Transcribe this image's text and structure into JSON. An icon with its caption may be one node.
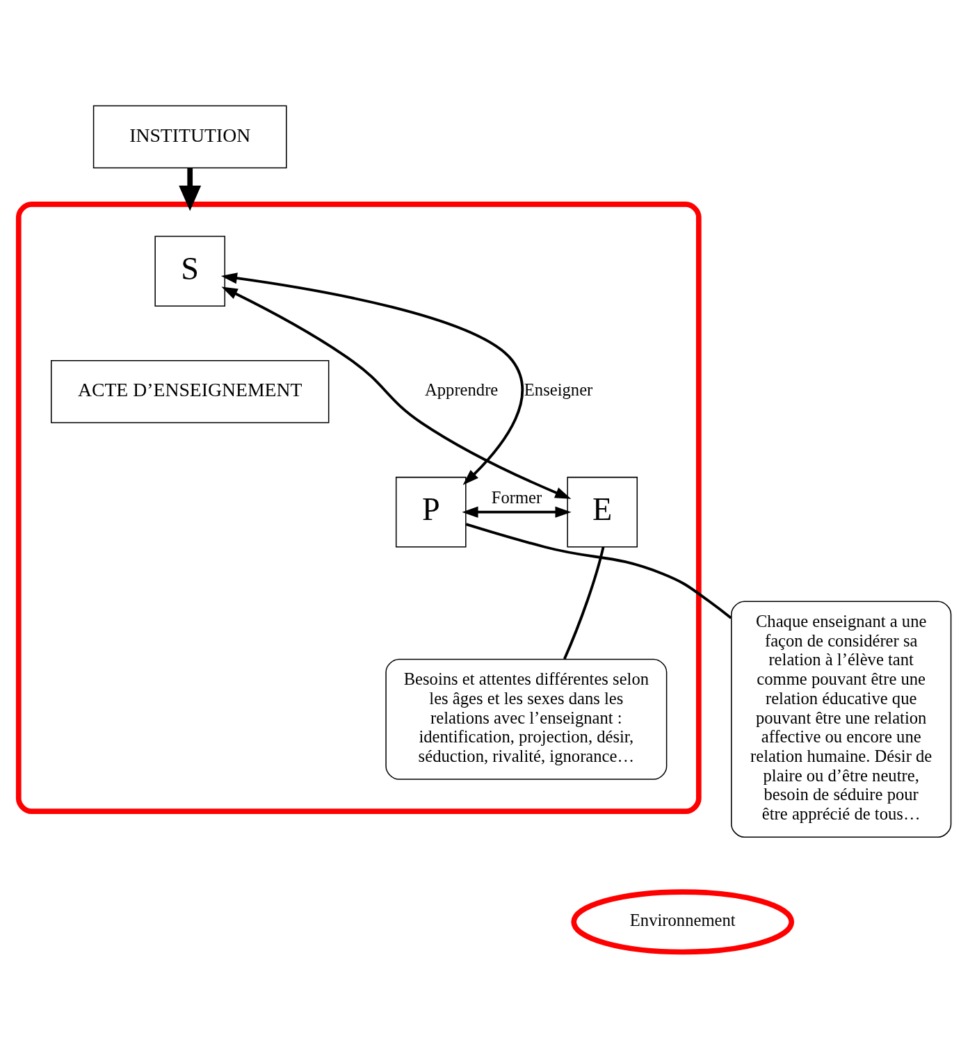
{
  "diagram": {
    "nodes": [
      {
        "text": [
          "INSTITUTION"
        ]
      },
      {
        "text": [],
        "shape": "ellipse"
      },
      {
        "text": [
          "S"
        ],
        "in": 1
      },
      {
        "text": [
          "ACTE D’ENSEIGNEMENT"
        ],
        "in": 1
      },
      {
        "text": [
          "P"
        ],
        "in": 1
      },
      {
        "text": [
          "E"
        ],
        "in": 1
      },
      {
        "text": [
          "Besoins et attentes différentes selon les âges et les sexes dans les relations avec l’enseignant : identification, projection, désir, séduction, rivalité, ignorance…"
        ],
        "in": 1
      },
      {
        "text": [
          "Chaque enseignant a une façon de considérer sa relation à l’élève tant comme pouvant être une relation éducative que pouvant être une relation affective ou encore une relation humaine. Désir de plaire ou d’être neutre, besoin de séduire pour être apprécié de tous…"
        ]
      },
      {
        "text": [
          "Environnement"
        ]
      }
    ],
    "edges": [
      {
        "from": 0,
        "to": 1,
        "arrow": "to",
        "style": "thick"
      },
      {
        "from": 4,
        "to": 2,
        "arrow": "both",
        "label": "Enseigner"
      },
      {
        "from": 2,
        "to": 5,
        "arrow": "both",
        "label": "Apprendre"
      },
      {
        "from": 4,
        "to": 5,
        "arrow": "both",
        "label": "Former"
      },
      {
        "from": 6,
        "to": 5,
        "arrow": "none"
      },
      {
        "from": 7,
        "to": 4,
        "arrow": "none"
      }
    ]
  }
}
